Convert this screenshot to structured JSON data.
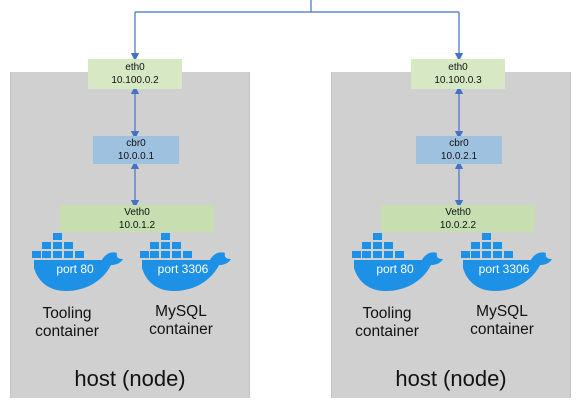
{
  "colors": {
    "host_bg": "#d0d0d0",
    "eth_bg": "#d6e9c4",
    "cbr_bg": "#9ec1e0",
    "veth_bg": "#c6deb0",
    "connector": "#4472c4",
    "whale": "#1d91e6"
  },
  "icons": {
    "container": "docker-whale-icon"
  },
  "hosts": [
    {
      "label": "host (node)",
      "eth0": {
        "name": "eth0",
        "ip": "10.100.0.2"
      },
      "cbr0": {
        "name": "cbr0",
        "ip": "10.0.0.1"
      },
      "veth0": {
        "name": "Veth0",
        "ip": "10.0.1.2"
      },
      "containers": [
        {
          "port": "port 80",
          "name_line1": "Tooling",
          "name_line2": "container"
        },
        {
          "port": "port 3306",
          "name_line1": "MySQL",
          "name_line2": "container"
        }
      ]
    },
    {
      "label": "host (node)",
      "eth0": {
        "name": "eth0",
        "ip": "10.100.0.3"
      },
      "cbr0": {
        "name": "cbr0",
        "ip": "10.0.2.1"
      },
      "veth0": {
        "name": "Veth0",
        "ip": "10.0.2.2"
      },
      "containers": [
        {
          "port": "port 80",
          "name_line1": "Tooling",
          "name_line2": "container"
        },
        {
          "port": "port 3306",
          "name_line1": "MySQL",
          "name_line2": "container"
        }
      ]
    }
  ]
}
